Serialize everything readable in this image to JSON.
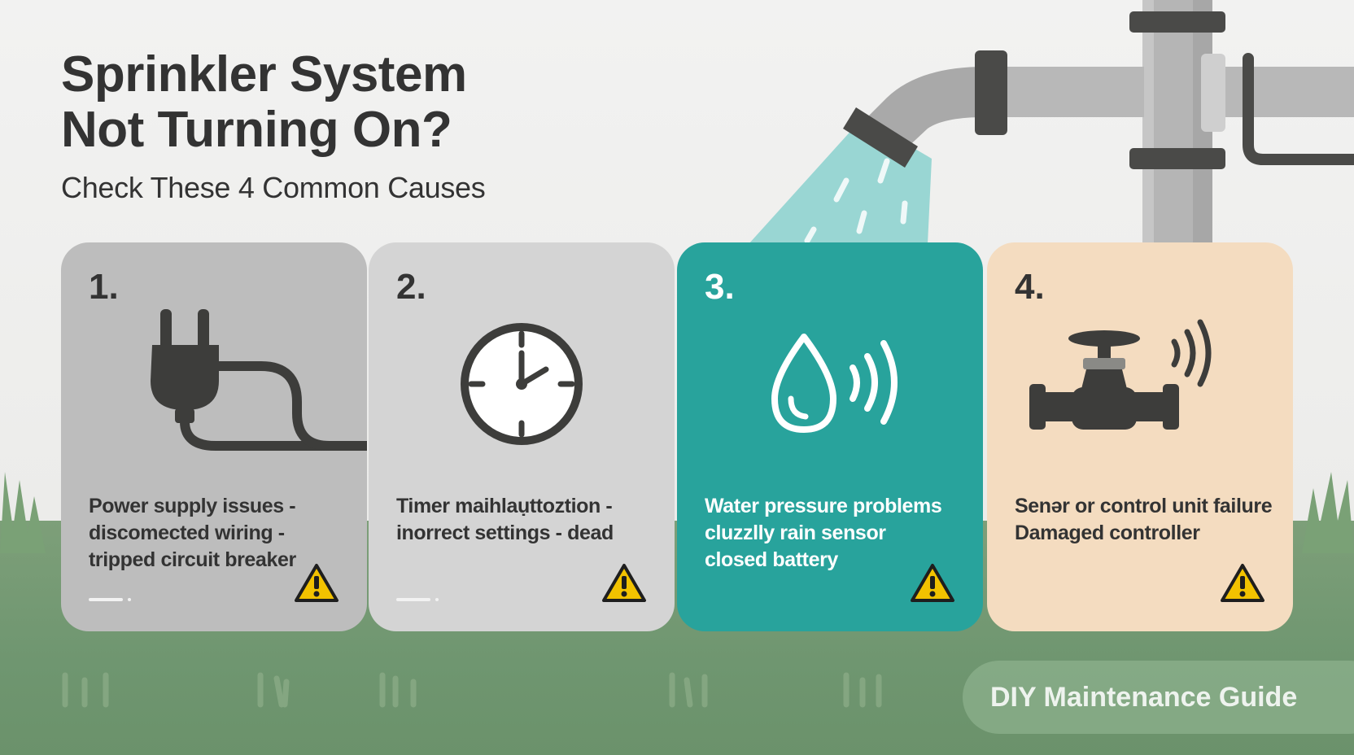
{
  "header": {
    "title_line1": "Sprinkler System",
    "title_line2": "Not Turning On?",
    "subtitle": "Check These 4 Common Causes"
  },
  "cards": [
    {
      "number": "1.",
      "icon": "plug-icon",
      "lines": [
        "Power supply issues -",
        "discomected wiring -",
        "tripped circuit breaker"
      ],
      "warning_icon": "warning-icon",
      "color": "#bdbdbd"
    },
    {
      "number": "2.",
      "icon": "clock-icon",
      "lines": [
        "Timer maihlaụttoztion -",
        "inorrect settings - dead"
      ],
      "warning_icon": "warning-icon",
      "color": "#d4d4d4"
    },
    {
      "number": "3.",
      "icon": "water-drop-sensor-icon",
      "lines": [
        "Water pressure problems",
        "cluzzlly rain sensor",
        "closed battery"
      ],
      "warning_icon": "warning-icon",
      "color": "#28a39c"
    },
    {
      "number": "4.",
      "icon": "valve-signal-icon",
      "lines": [
        "Senər or control unit failure",
        "Damaged controller"
      ],
      "warning_icon": "warning-icon",
      "color": "#f4dcc0"
    }
  ],
  "footer": {
    "badge": "DIY Maintenance Guide"
  },
  "colors": {
    "text_dark": "#333333",
    "teal": "#28a39c",
    "peach": "#f4dcc0",
    "grass": "#6f9670",
    "warning": "#f2c200"
  }
}
